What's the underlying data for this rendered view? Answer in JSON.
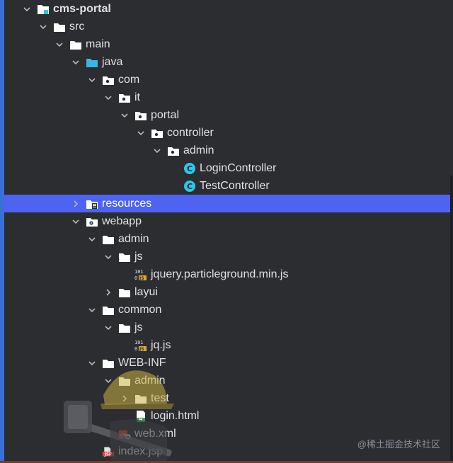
{
  "tree": [
    {
      "label": "cms-portal",
      "depth": 0,
      "chev": "down",
      "icon": "module-folder-icon",
      "bold": true,
      "selected": false
    },
    {
      "label": "src",
      "depth": 1,
      "chev": "down",
      "icon": "folder-icon",
      "bold": false,
      "selected": false
    },
    {
      "label": "main",
      "depth": 2,
      "chev": "down",
      "icon": "folder-icon",
      "bold": false,
      "selected": false
    },
    {
      "label": "java",
      "depth": 3,
      "chev": "down",
      "icon": "source-folder-icon",
      "bold": false,
      "selected": false
    },
    {
      "label": "com",
      "depth": 4,
      "chev": "down",
      "icon": "package-icon",
      "bold": false,
      "selected": false
    },
    {
      "label": "it",
      "depth": 5,
      "chev": "down",
      "icon": "package-icon",
      "bold": false,
      "selected": false
    },
    {
      "label": "portal",
      "depth": 6,
      "chev": "down",
      "icon": "package-icon",
      "bold": false,
      "selected": false
    },
    {
      "label": "controller",
      "depth": 7,
      "chev": "down",
      "icon": "package-icon",
      "bold": false,
      "selected": false
    },
    {
      "label": "admin",
      "depth": 8,
      "chev": "down",
      "icon": "package-icon",
      "bold": false,
      "selected": false
    },
    {
      "label": "LoginController",
      "depth": 9,
      "chev": "none",
      "icon": "java-class-icon",
      "bold": false,
      "selected": false
    },
    {
      "label": "TestController",
      "depth": 9,
      "chev": "none",
      "icon": "java-class-icon",
      "bold": false,
      "selected": false
    },
    {
      "label": "resources",
      "depth": 3,
      "chev": "right",
      "icon": "resources-folder-icon",
      "bold": false,
      "selected": true
    },
    {
      "label": "webapp",
      "depth": 3,
      "chev": "down",
      "icon": "web-folder-icon",
      "bold": false,
      "selected": false
    },
    {
      "label": "admin",
      "depth": 4,
      "chev": "down",
      "icon": "folder-icon",
      "bold": false,
      "selected": false
    },
    {
      "label": "js",
      "depth": 5,
      "chev": "down",
      "icon": "folder-icon",
      "bold": false,
      "selected": false
    },
    {
      "label": "jquery.particleground.min.js",
      "depth": 6,
      "chev": "none",
      "icon": "js-file-icon",
      "bold": false,
      "selected": false
    },
    {
      "label": "layui",
      "depth": 5,
      "chev": "right",
      "icon": "folder-icon",
      "bold": false,
      "selected": false
    },
    {
      "label": "common",
      "depth": 4,
      "chev": "down",
      "icon": "folder-icon",
      "bold": false,
      "selected": false
    },
    {
      "label": "js",
      "depth": 5,
      "chev": "down",
      "icon": "folder-icon",
      "bold": false,
      "selected": false
    },
    {
      "label": "jq.js",
      "depth": 6,
      "chev": "none",
      "icon": "js-file-icon",
      "bold": false,
      "selected": false
    },
    {
      "label": "WEB-INF",
      "depth": 4,
      "chev": "down",
      "icon": "folder-icon",
      "bold": false,
      "selected": false
    },
    {
      "label": "admin",
      "depth": 5,
      "chev": "down",
      "icon": "folder-icon",
      "bold": false,
      "selected": false
    },
    {
      "label": "test",
      "depth": 6,
      "chev": "right",
      "icon": "folder-icon",
      "bold": false,
      "selected": false
    },
    {
      "label": "login.html",
      "depth": 6,
      "chev": "none",
      "icon": "html-file-icon",
      "bold": false,
      "selected": false
    },
    {
      "label": "web.xml",
      "depth": 5,
      "chev": "none",
      "icon": "xml-file-icon",
      "bold": false,
      "selected": false
    },
    {
      "label": "index.jsp",
      "depth": 4,
      "chev": "none",
      "icon": "jsp-file-icon",
      "bold": false,
      "selected": false
    }
  ],
  "watermark": "@稀土掘金技术社区",
  "colors": {
    "background": "#2b2d30",
    "selection": "#4e63f2",
    "text": "#dfe1e5",
    "class_icon": "#2ec7e8",
    "source_folder": "#39b5e6"
  }
}
